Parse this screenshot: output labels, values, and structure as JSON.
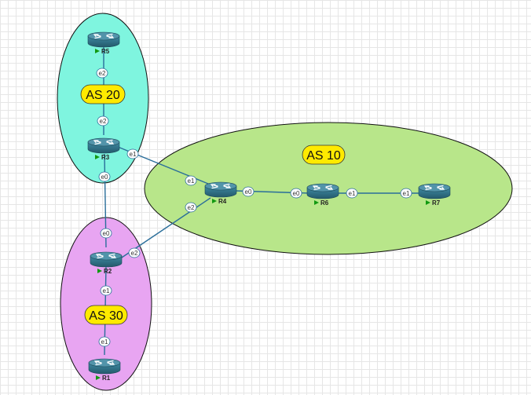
{
  "colors": {
    "as20_fill": "#7ff5df",
    "as10_fill": "#b8e68a",
    "as30_fill": "#e8a5f2",
    "as_label_fill": "#ffea00",
    "link": "#2a6e9a",
    "router_body": "#33788f",
    "router_top": "#5294aa",
    "play_icon": "#119911"
  },
  "as_zones": [
    {
      "id": "as20",
      "label": "AS 20"
    },
    {
      "id": "as10",
      "label": "AS 10"
    },
    {
      "id": "as30",
      "label": "AS 30"
    }
  ],
  "routers": [
    {
      "id": "R5",
      "label": "R5"
    },
    {
      "id": "R3",
      "label": "R3"
    },
    {
      "id": "R4",
      "label": "R4"
    },
    {
      "id": "R6",
      "label": "R6"
    },
    {
      "id": "R7",
      "label": "R7"
    },
    {
      "id": "R2",
      "label": "R2"
    },
    {
      "id": "R1",
      "label": "R1"
    }
  ],
  "links": [
    {
      "from": "R5",
      "to": "R3",
      "from_if": "e2",
      "to_if": "e2"
    },
    {
      "from": "R3",
      "to": "R4",
      "from_if": "e1",
      "to_if": "e1"
    },
    {
      "from": "R3",
      "to": "R2",
      "from_if": "e0",
      "to_if": "e0"
    },
    {
      "from": "R4",
      "to": "R6",
      "from_if": "e0",
      "to_if": "e0"
    },
    {
      "from": "R6",
      "to": "R7",
      "from_if": "e1",
      "to_if": "e1"
    },
    {
      "from": "R2",
      "to": "R4",
      "from_if": "e2",
      "to_if": "e2"
    },
    {
      "from": "R2",
      "to": "R1",
      "from_if": "e1",
      "to_if": "e1"
    }
  ]
}
